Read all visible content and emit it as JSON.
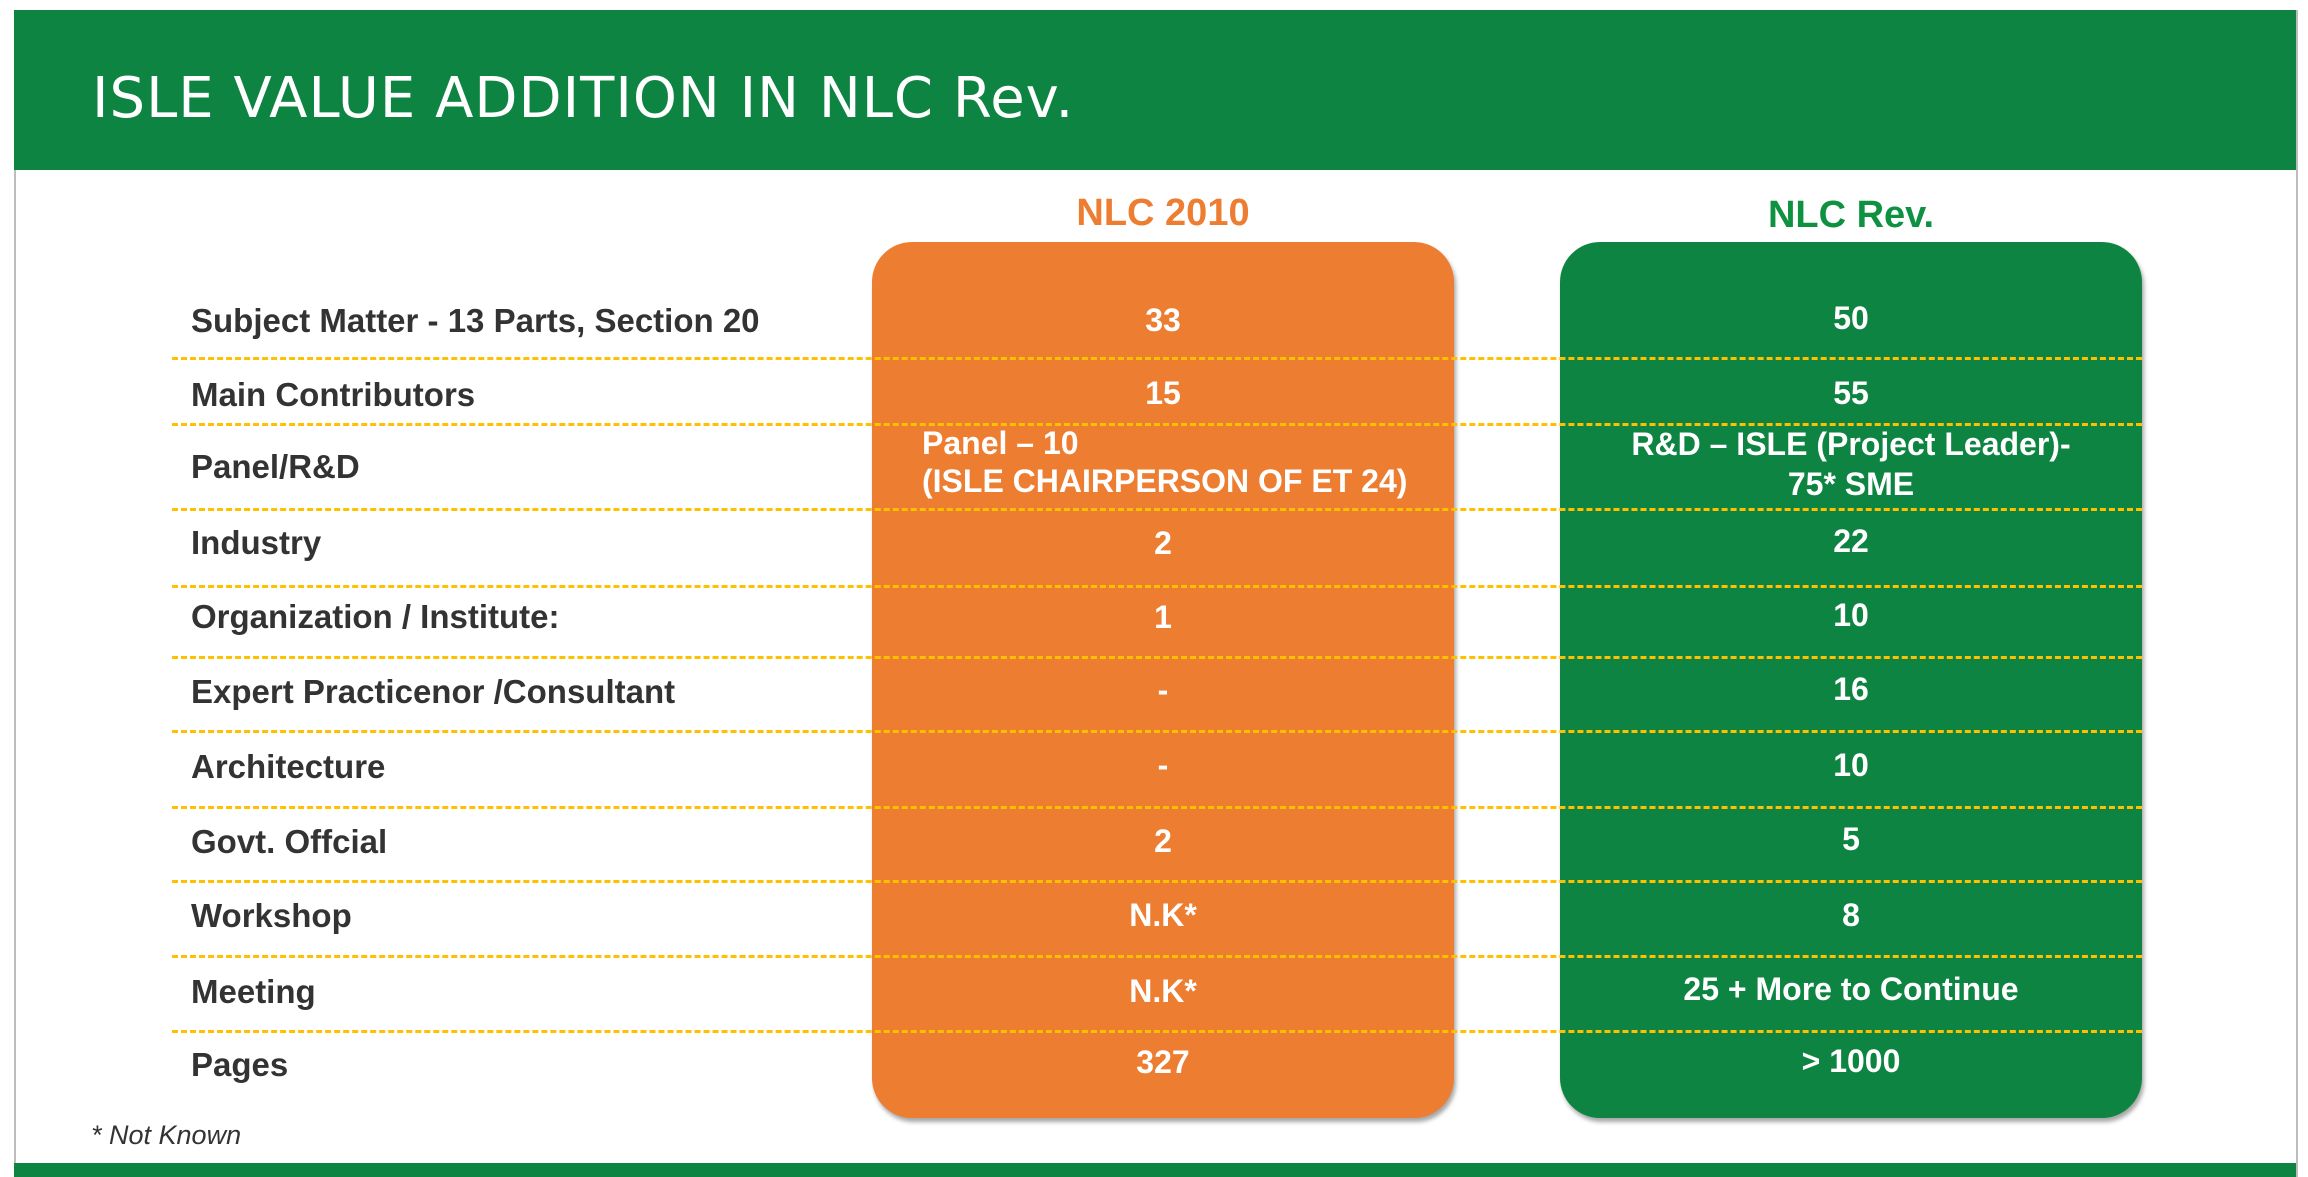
{
  "title": "ISLE VALUE ADDITION IN NLC Rev.",
  "columns": {
    "nlc2010": "NLC 2010",
    "nlcrev": "NLC Rev."
  },
  "colors": {
    "header_green": "#0e8442",
    "orange": "#ed7d31",
    "divider": "#ffc000"
  },
  "rows": [
    {
      "label": "Subject Matter - 13 Parts, Section 20",
      "nlc2010": "33",
      "nlcrev": "50"
    },
    {
      "label": "Main Contributors",
      "nlc2010": "15",
      "nlcrev": "55"
    },
    {
      "label": "Panel/R&D",
      "nlc2010_line1": "Panel – 10",
      "nlc2010_line2": "(ISLE CHAIRPERSON OF ET 24)",
      "nlcrev_line1": "R&D – ISLE (Project Leader)-",
      "nlcrev_line2": "75* SME"
    },
    {
      "label": "Industry",
      "nlc2010": "2",
      "nlcrev": "22"
    },
    {
      "label": "Organization / Institute:",
      "nlc2010": "1",
      "nlcrev": "10"
    },
    {
      "label": "Expert Practicenor /Consultant",
      "nlc2010": "-",
      "nlcrev": "16"
    },
    {
      "label": "Architecture",
      "nlc2010": "-",
      "nlcrev": "10"
    },
    {
      "label": "Govt. Offcial",
      "nlc2010": "2",
      "nlcrev": "5"
    },
    {
      "label": "Workshop",
      "nlc2010": "N.K*",
      "nlcrev": "8"
    },
    {
      "label": "Meeting",
      "nlc2010": "N.K*",
      "nlcrev": "25 + More to  Continue"
    },
    {
      "label": "Pages",
      "nlc2010": "327",
      "nlcrev": "> 1000"
    }
  ],
  "footnote": "* Not Known"
}
